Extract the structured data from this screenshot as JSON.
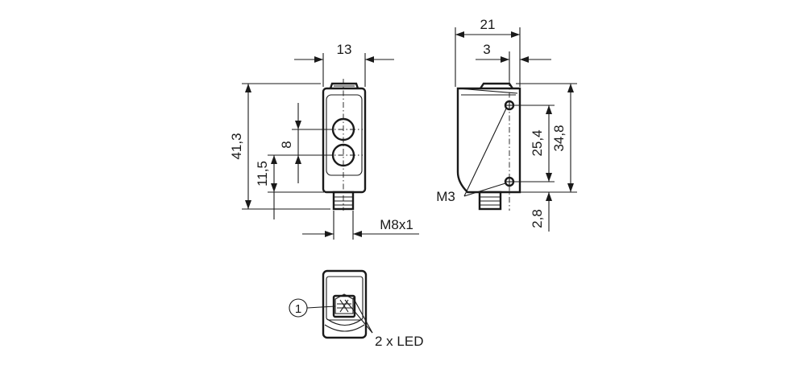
{
  "front_view": {
    "width_label": "13",
    "height_label": "41,3",
    "lens_spacing_label": "8",
    "lens_offset_label": "11,5",
    "thread_label": "M8x1"
  },
  "side_view": {
    "depth_label": "21",
    "offset_label": "3",
    "hole_spacing_label": "25,4",
    "body_height_label": "34,8",
    "connector_label": "2,8",
    "screw_label": "M3"
  },
  "top_view": {
    "callout_number": "1",
    "led_label": "2 x LED"
  }
}
